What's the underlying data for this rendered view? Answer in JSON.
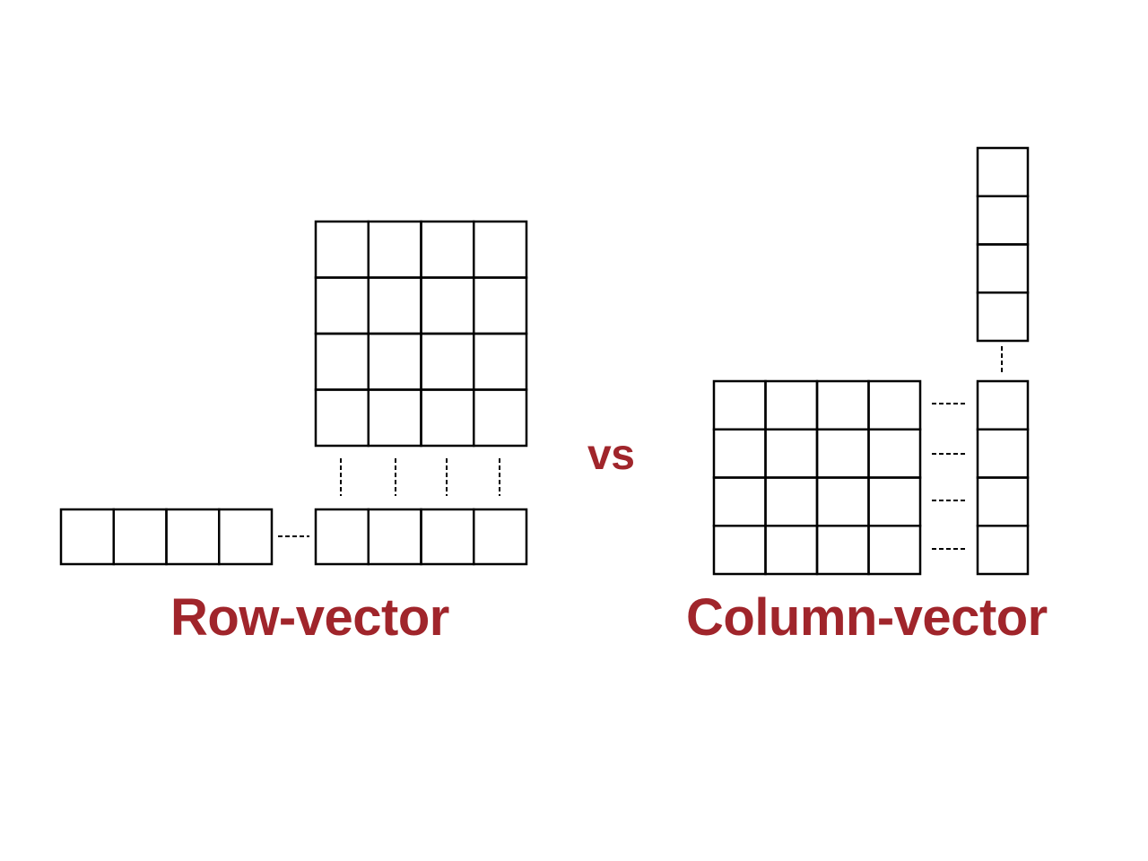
{
  "labels": {
    "row": "Row-vector",
    "versus": "vs",
    "column": "Column-vector"
  },
  "colors": {
    "label": "#a0252b",
    "stroke": "#000000",
    "background": "#ffffff"
  },
  "structure": {
    "row_panel": {
      "matrix": {
        "rows": 4,
        "cols": 4
      },
      "input_vector_cells": 4,
      "result_vector_cells": 4
    },
    "column_panel": {
      "matrix": {
        "rows": 4,
        "cols": 4
      },
      "input_vector_cells": 4,
      "result_vector_cells": 4
    }
  }
}
